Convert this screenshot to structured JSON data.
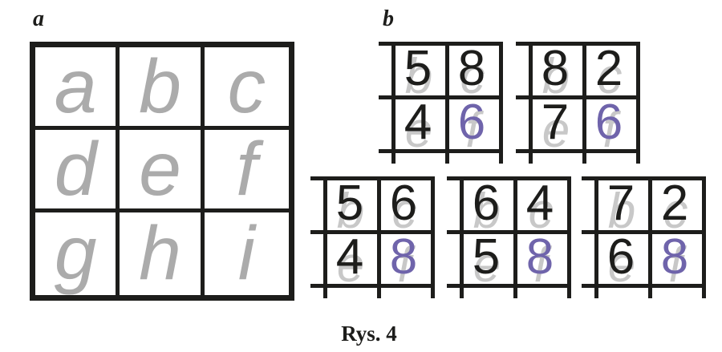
{
  "figure": {
    "caption": "Rys. 4",
    "colors": {
      "ink": "#1d1d1b",
      "letter_gray": "#ababab",
      "ghost_gray": "#c8c8c8",
      "highlight_purple": "#6f64ab"
    },
    "panel_a": {
      "label": "a",
      "letters": [
        "a",
        "b",
        "c",
        "d",
        "e",
        "f",
        "g",
        "h",
        "i"
      ]
    },
    "panel_b": {
      "label": "b",
      "windows": [
        {
          "cells": [
            {
              "ghost": "b",
              "value": "5",
              "highlight": false
            },
            {
              "ghost": "c",
              "value": "8",
              "highlight": false
            },
            {
              "ghost": "e",
              "value": "4",
              "highlight": false
            },
            {
              "ghost": "f",
              "value": "6",
              "highlight": true
            }
          ]
        },
        {
          "cells": [
            {
              "ghost": "b",
              "value": "8",
              "highlight": false
            },
            {
              "ghost": "c",
              "value": "2",
              "highlight": false
            },
            {
              "ghost": "e",
              "value": "7",
              "highlight": false
            },
            {
              "ghost": "f",
              "value": "6",
              "highlight": true
            }
          ]
        },
        {
          "cells": [
            {
              "ghost": "b",
              "value": "5",
              "highlight": false
            },
            {
              "ghost": "c",
              "value": "6",
              "highlight": false
            },
            {
              "ghost": "e",
              "value": "4",
              "highlight": false
            },
            {
              "ghost": "f",
              "value": "8",
              "highlight": true
            }
          ]
        },
        {
          "cells": [
            {
              "ghost": "b",
              "value": "6",
              "highlight": false
            },
            {
              "ghost": "c",
              "value": "4",
              "highlight": false
            },
            {
              "ghost": "e",
              "value": "5",
              "highlight": false
            },
            {
              "ghost": "f",
              "value": "8",
              "highlight": true
            }
          ]
        },
        {
          "cells": [
            {
              "ghost": "b",
              "value": "7",
              "highlight": false
            },
            {
              "ghost": "c",
              "value": "2",
              "highlight": false
            },
            {
              "ghost": "e",
              "value": "6",
              "highlight": false
            },
            {
              "ghost": "f",
              "value": "8",
              "highlight": true
            }
          ]
        }
      ]
    }
  }
}
